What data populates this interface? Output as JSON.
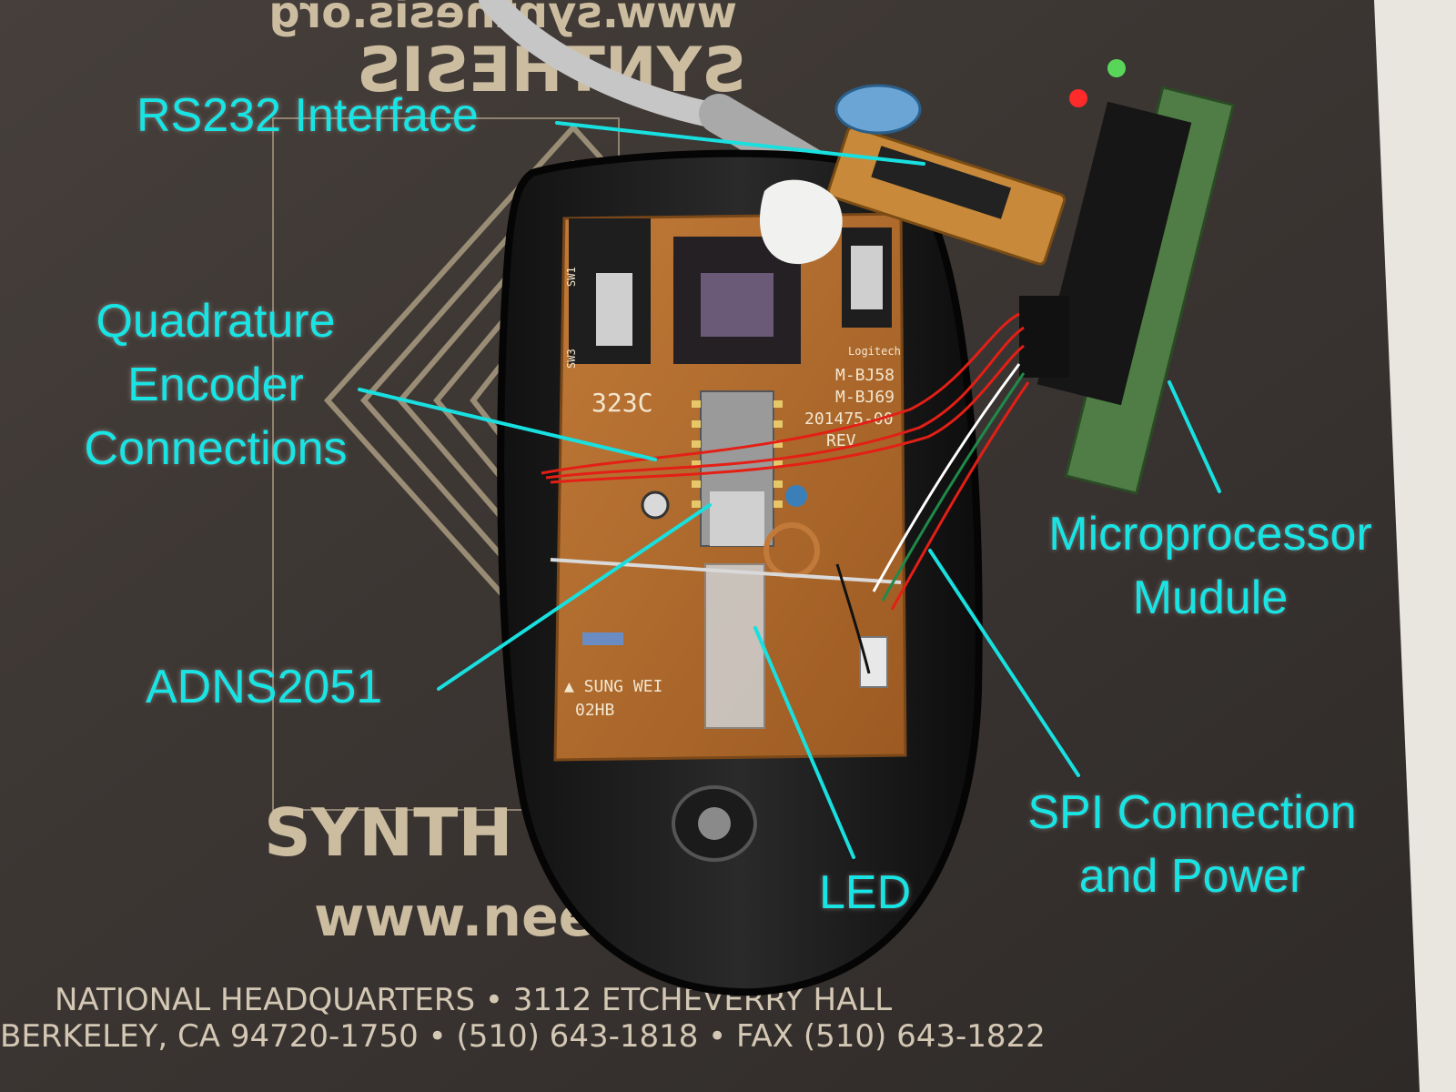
{
  "photo": {
    "mousepad_text": {
      "mirrored_url": "www.synthesis.org",
      "mirrored_brand": "SYNTHESIS",
      "brand_partial": "SYNTH",
      "url_partial": "www.need",
      "address_line1": "NATIONAL HEADQUARTERS • 3112 ETCHEVERRY HALL",
      "address_line2": "BERKELEY, CA 94720-1750 • (510) 643-1818 • FAX (510) 643-1822"
    },
    "pcb_text": {
      "model_code": "323C",
      "brand": "Logitech",
      "model_1": "M-BJ58",
      "model_2": "M-BJ69",
      "part_number": "201475-00",
      "revision": "REV",
      "maker": "▲ SUNG WEI",
      "code": "02HB",
      "sw1": "SW1",
      "sw3": "SW3"
    }
  },
  "annotations": {
    "rs232": "RS232 Interface",
    "quadrature": "Quadrature\nEncoder\nConnections",
    "adns": "ADNS2051",
    "microprocessor": "Microprocessor\nMudule",
    "spi": "SPI Connection\nand Power",
    "led": "LED"
  },
  "colors": {
    "annotation": "#19e4e4",
    "mousepad": "#3a3533",
    "pcb": "#b06a2c"
  }
}
